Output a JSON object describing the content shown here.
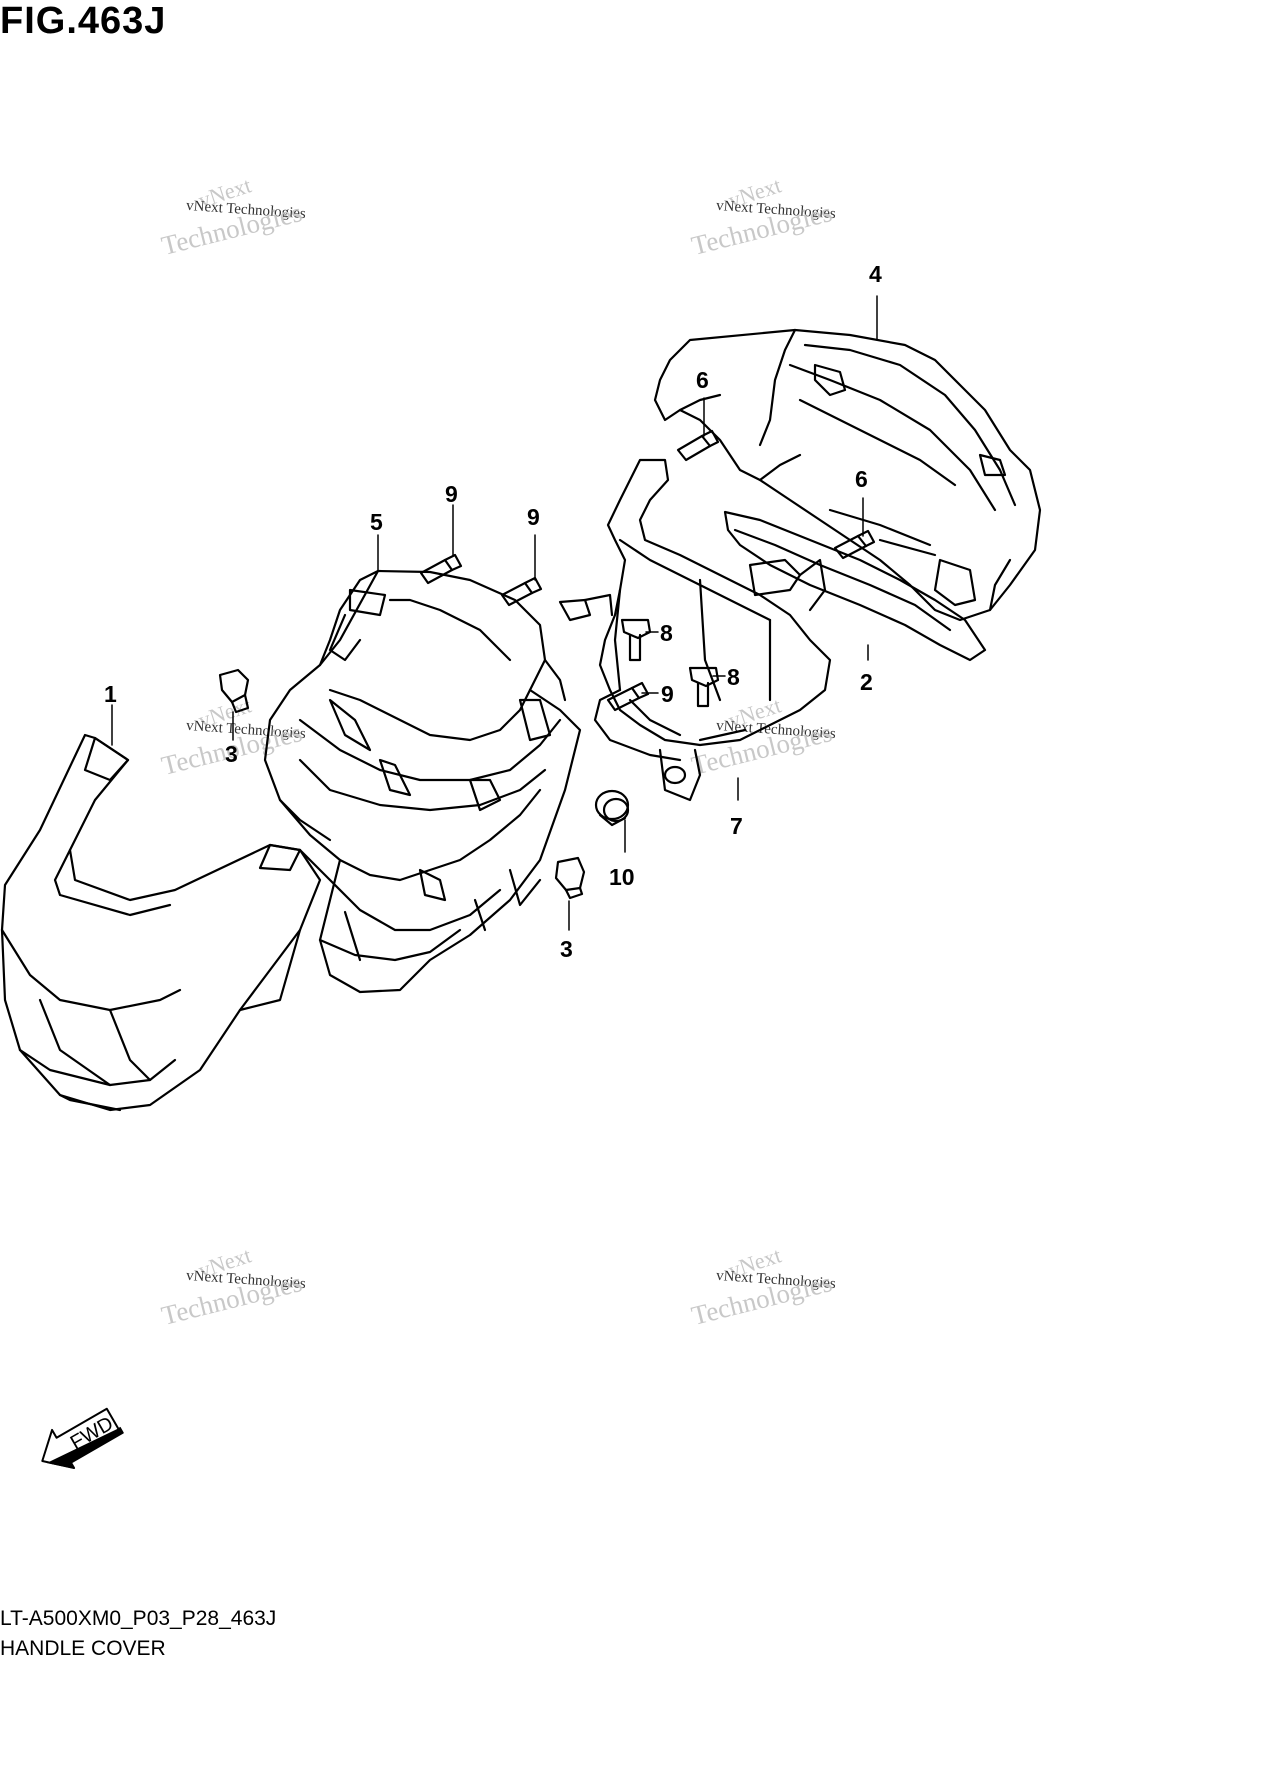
{
  "figure": {
    "title": "FIG.463J",
    "drawing_code": "LT-A500XM0_P03_P28_463J",
    "drawing_name": "HANDLE COVER"
  },
  "watermark": {
    "line1": "vNext",
    "line2": "vNext Technologies",
    "line3": "Technologies"
  },
  "direction_marker": {
    "label": "FWD"
  },
  "callouts": [
    "1",
    "2",
    "3",
    "3",
    "4",
    "5",
    "6",
    "6",
    "7",
    "8",
    "8",
    "9",
    "9",
    "9",
    "10"
  ],
  "colors": {
    "line": "#000000",
    "watermark": "#c8c8c8",
    "background": "#ffffff"
  }
}
